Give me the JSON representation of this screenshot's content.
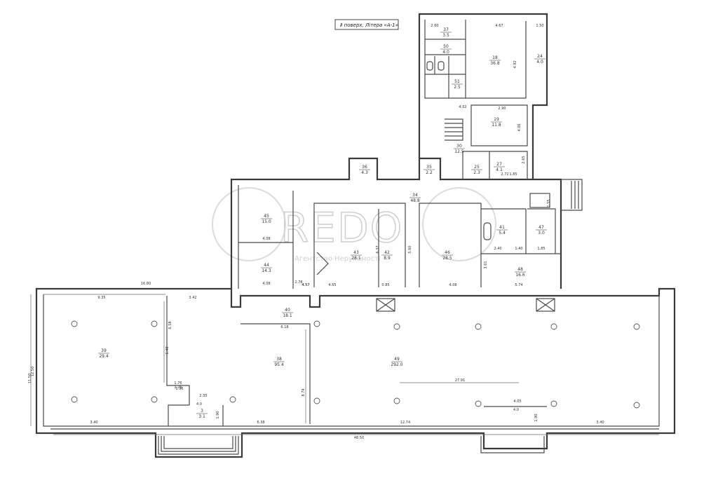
{
  "header": {
    "title": "Ⅱ поверх, Літера «А-1»"
  },
  "watermark": {
    "logo_text": "REDO",
    "subtitle": "Агентство Нерухомості"
  },
  "rooms": [
    {
      "id": "rm-39",
      "num": "39",
      "area": "29.4"
    },
    {
      "id": "rm-38",
      "num": "38",
      "area": "95.4"
    },
    {
      "id": "rm-40",
      "num": "40",
      "area": "18.1"
    },
    {
      "id": "rm-49",
      "num": "49",
      "area": "292.0"
    },
    {
      "id": "rm-45",
      "num": "45",
      "area": "15.0"
    },
    {
      "id": "rm-44",
      "num": "44",
      "area": "14.3"
    },
    {
      "id": "rm-43",
      "num": "43",
      "area": "28.1"
    },
    {
      "id": "rm-42",
      "num": "42",
      "area": "8.9"
    },
    {
      "id": "rm-46",
      "num": "46",
      "area": "28.5"
    },
    {
      "id": "rm-41",
      "num": "41",
      "area": "5.4"
    },
    {
      "id": "rm-47",
      "num": "47",
      "area": "3.0"
    },
    {
      "id": "rm-48",
      "num": "48",
      "area": "16.6"
    },
    {
      "id": "rm-34",
      "num": "34",
      "area": "48.8"
    },
    {
      "id": "rm-18",
      "num": "18",
      "area": "36.8"
    },
    {
      "id": "rm-19",
      "num": "19",
      "area": "11.8"
    },
    {
      "id": "rm-30",
      "num": "30",
      "area": "12.5"
    },
    {
      "id": "rm-36",
      "num": "36",
      "area": "4.3"
    },
    {
      "id": "rm-35",
      "num": "35",
      "area": "2.2"
    },
    {
      "id": "rm-37",
      "num": "37",
      "area": "3.5"
    },
    {
      "id": "rm-50",
      "num": "50",
      "area": "4.0"
    },
    {
      "id": "rm-24",
      "num": "24",
      "area": "4.0"
    },
    {
      "id": "rm-51",
      "num": "51",
      "area": "2.5"
    },
    {
      "id": "rm-27",
      "num": "27",
      "area": "4.1"
    },
    {
      "id": "rm-25",
      "num": "25",
      "area": "2.3"
    },
    {
      "id": "rm-3",
      "num": "3",
      "area": "3.1"
    }
  ],
  "dimensions": [
    "12.50",
    "9.35",
    "3.42",
    "16.80",
    "11.50",
    "3.40",
    "6.38",
    "12.74",
    "48.50",
    "3.40",
    "27.91",
    "4.05",
    "4.0",
    "1.90",
    "2.35",
    "4.0",
    "1.90",
    "4.65",
    "0.85",
    "4.08",
    "5.74",
    "4.08",
    "4.08",
    "4.57",
    "4.57",
    "2.40",
    "1.40",
    "1.85",
    "1.55",
    "4.67",
    "1.50",
    "2.90",
    "4.92",
    "4.06",
    "2.72",
    "4.02",
    "2.65",
    "1.85",
    "3.61",
    "1.76",
    "1.76",
    "2.60",
    "6.37",
    "5.60",
    "6.18",
    "8.74",
    "6.58",
    "6.48",
    "1.96",
    "2.78"
  ]
}
